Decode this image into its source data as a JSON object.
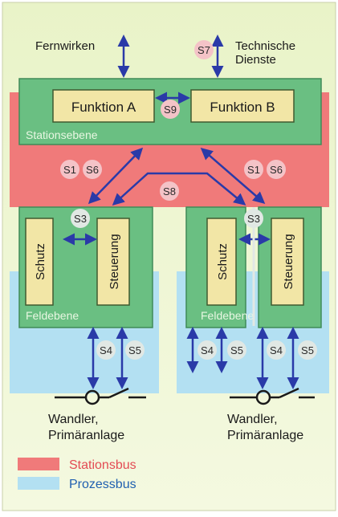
{
  "top": {
    "fernwirken": "Fernwirken",
    "technische_line1": "Technische",
    "technische_line2": "Dienste"
  },
  "station": {
    "funktion_a": "Funktion A",
    "funktion_b": "Funktion B",
    "label": "Stationsebene"
  },
  "field": {
    "schutz": "Schutz",
    "steuerung": "Steuerung",
    "label": "Feldebene"
  },
  "interfaces": {
    "s1": "S1",
    "s3": "S3",
    "s4": "S4",
    "s5": "S5",
    "s6": "S6",
    "s7": "S7",
    "s8": "S8",
    "s9": "S9"
  },
  "wandler": {
    "line1": "Wandler,",
    "line2": "Primäranlage"
  },
  "legend": {
    "stationsbus": "Stationsbus",
    "prozessbus": "Prozessbus"
  },
  "colors": {
    "background": "#eaf3c6",
    "station_bus": "#f07a7a",
    "process_bus": "#b3e0f2",
    "green_box": "#6abf82",
    "function_box": "#f2e6a6",
    "arrow": "#2a3aa8",
    "badge": "#f4c3c7",
    "station_label_text": "#e34b54",
    "process_label_text": "#2060b0"
  }
}
